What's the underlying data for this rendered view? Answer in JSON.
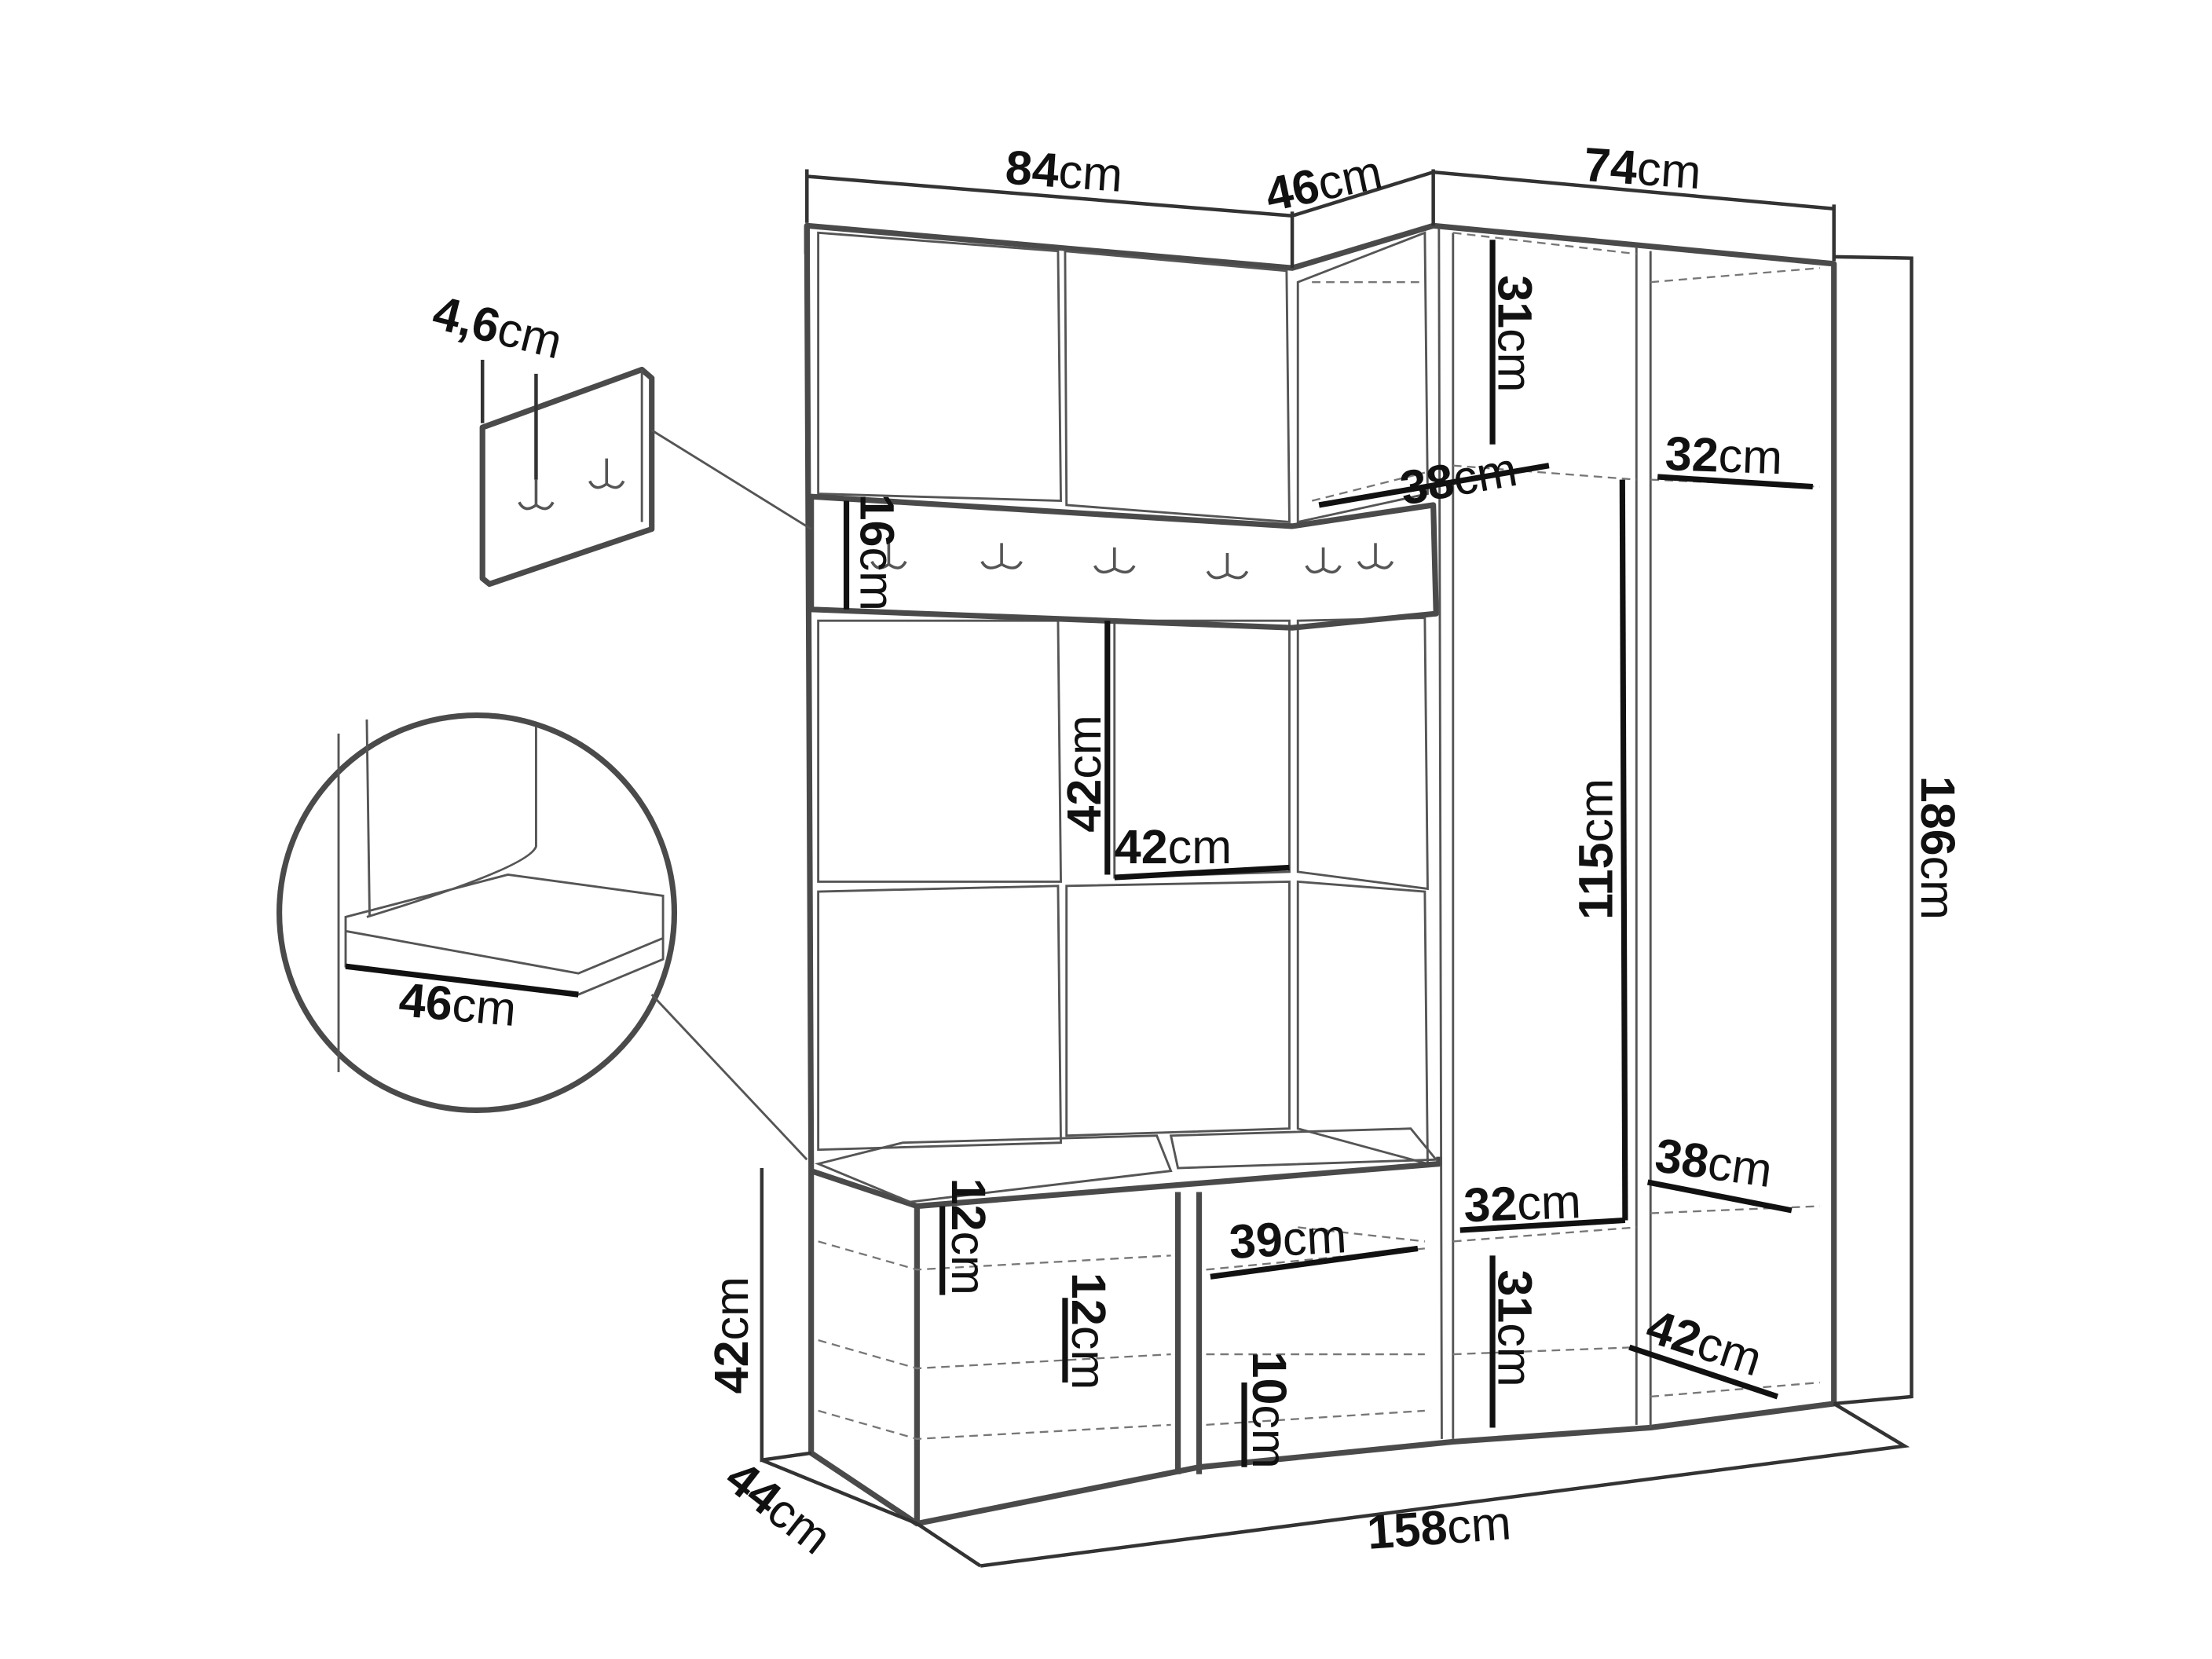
{
  "colors": {
    "line": "#4a4a4a",
    "dimension": "#111111",
    "background": "#ffffff"
  },
  "dimensions": {
    "top_left_width": {
      "num": "84",
      "unit": "cm"
    },
    "corner_width": {
      "num": "46",
      "unit": "cm"
    },
    "top_right_width": {
      "num": "74",
      "unit": "cm"
    },
    "hook_panel_depth": {
      "num": "4,6",
      "unit": "cm"
    },
    "hook_rail_height": {
      "num": "16",
      "unit": "cm"
    },
    "top_shelf_height": {
      "num": "31",
      "unit": "cm"
    },
    "top_shelf_depth": {
      "num": "38",
      "unit": "cm"
    },
    "right_top_shelf_depth": {
      "num": "32",
      "unit": "cm"
    },
    "panel_height": {
      "num": "42",
      "unit": "cm"
    },
    "panel_width": {
      "num": "42",
      "unit": "cm"
    },
    "hanging_height": {
      "num": "115",
      "unit": "cm"
    },
    "total_height": {
      "num": "186",
      "unit": "cm"
    },
    "seat_depth_detail": {
      "num": "46",
      "unit": "cm"
    },
    "bench_top_compartment": {
      "num": "12",
      "unit": "cm"
    },
    "bench_mid_compartment": {
      "num": "12",
      "unit": "cm"
    },
    "bench_shelf_width": {
      "num": "39",
      "unit": "cm"
    },
    "bench_bottom_compartment": {
      "num": "10",
      "unit": "cm"
    },
    "lower_shelf_width": {
      "num": "32",
      "unit": "cm"
    },
    "right_lower_shelf_depth": {
      "num": "38",
      "unit": "cm"
    },
    "lower_shelf_height": {
      "num": "31",
      "unit": "cm"
    },
    "right_bottom_depth": {
      "num": "42",
      "unit": "cm"
    },
    "bench_height": {
      "num": "42",
      "unit": "cm"
    },
    "bench_depth": {
      "num": "44",
      "unit": "cm"
    },
    "total_width": {
      "num": "158",
      "unit": "cm"
    }
  }
}
